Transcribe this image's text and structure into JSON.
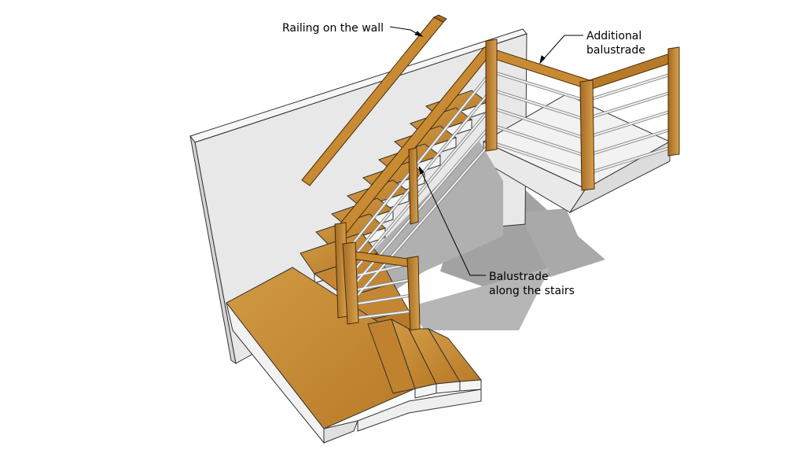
{
  "labels": {
    "railing_on_wall": "Railing on the wall",
    "additional_balustrade_line1": "Additional",
    "additional_balustrade_line2": "balustrade",
    "balustrade_stairs_line1": "Balustrade",
    "balustrade_stairs_line2": "along the stairs"
  },
  "colors": {
    "wood": "#c98a34",
    "wood_dark": "#8a5a1a",
    "wood_edge": "#5a3a10",
    "riser": "#f4f4f2",
    "wall": "#ececec",
    "shadow": "#9d9d9d",
    "steel": "#e6e6e6"
  }
}
